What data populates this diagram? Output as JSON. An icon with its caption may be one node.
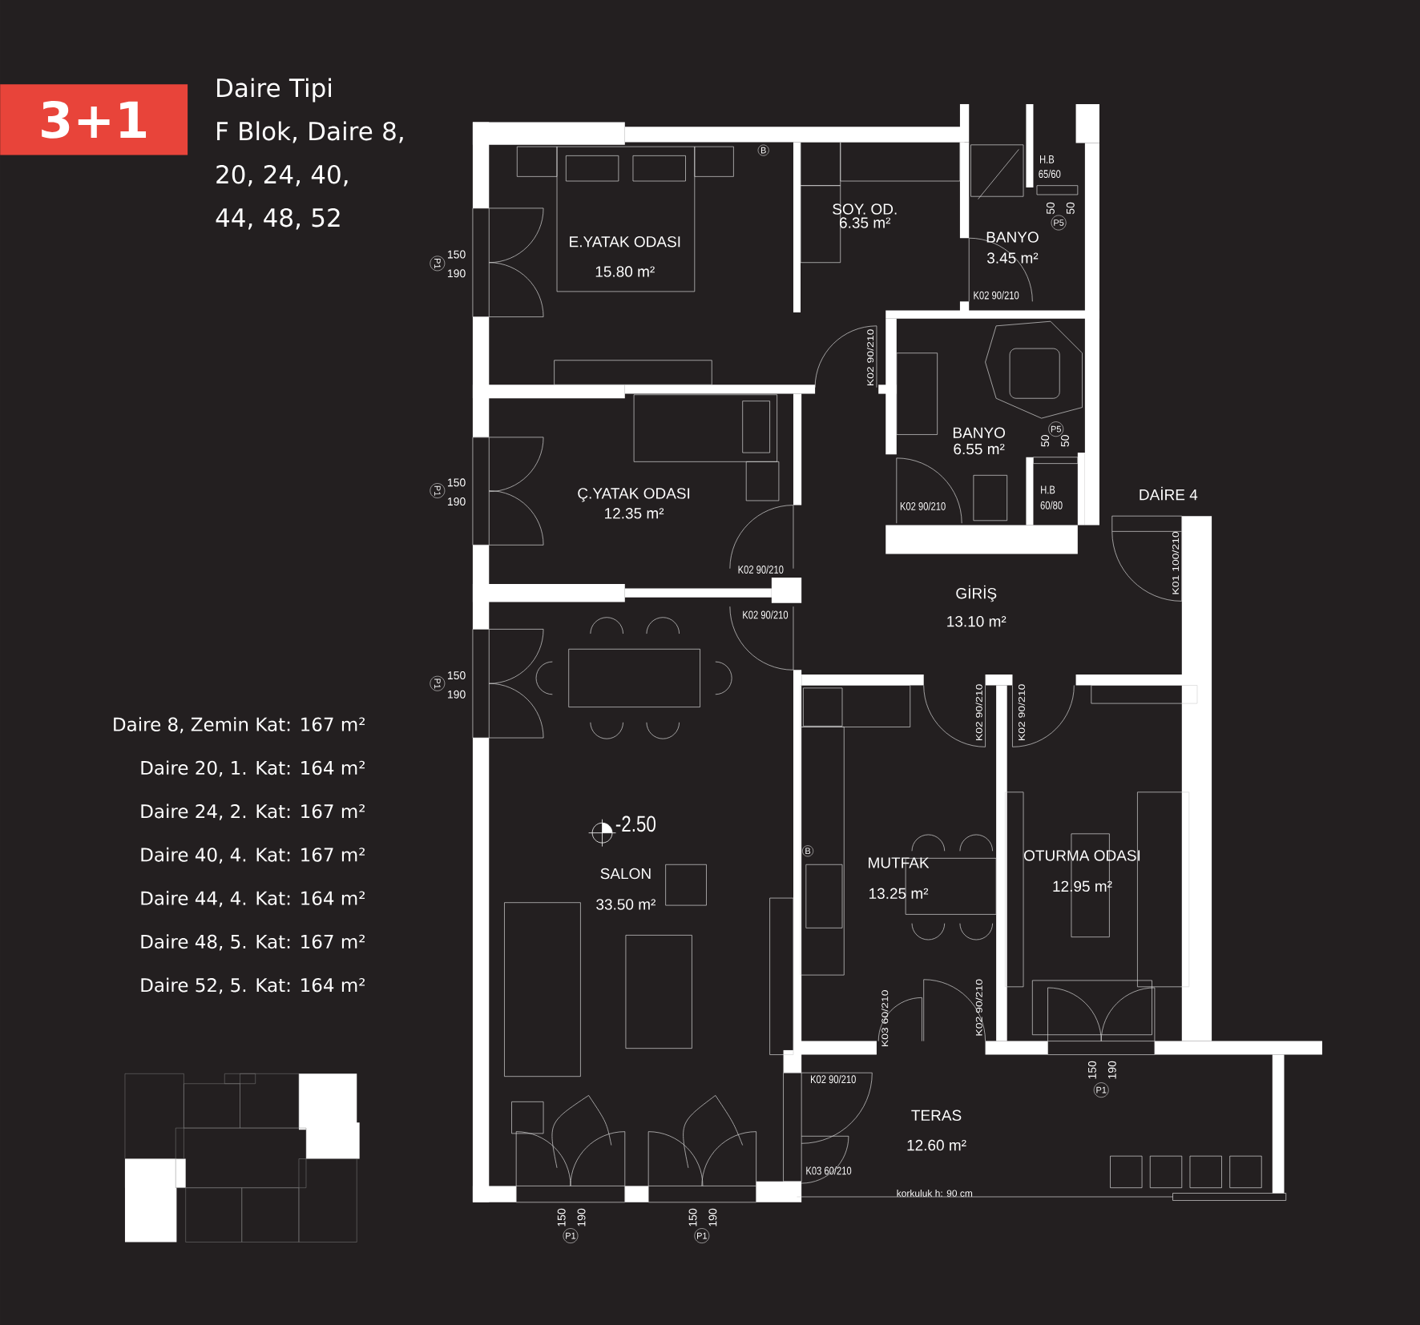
{
  "diagram": {
    "title": "Daire Tipi F Blok, Daire 8, 20, 24, 40, 44, 48, 52",
    "nodes": [
      {
        "text": [
          "3+1"
        ]
      },
      {
        "text": [
          "E.YATAK ODASI",
          "15.80 m²"
        ]
      },
      {
        "text": [
          "SOY. OD.",
          "6.35 m²"
        ]
      },
      {
        "text": [
          "BANYO",
          "3.45 m²"
        ]
      },
      {
        "text": [
          "BANYO",
          "6.55 m²"
        ]
      },
      {
        "text": [
          "Ç.YATAK ODASI",
          "12.35 m²"
        ]
      },
      {
        "text": [
          "GİRİŞ",
          "13.10 m²"
        ]
      },
      {
        "text": [
          "SALON",
          "33.50 m²"
        ]
      },
      {
        "text": [
          "MUTFAK",
          "13.25 m²"
        ]
      },
      {
        "text": [
          "OTURMA ODASI",
          "12.95 m²"
        ]
      },
      {
        "text": [
          "TERAS",
          "12.60 m²"
        ]
      }
    ],
    "labels": [
      "B",
      "H.B",
      "65/60",
      "50",
      "50",
      "P5",
      "150",
      "190",
      "P1",
      "K02 90/210",
      "K02 90/210",
      "P5",
      "50",
      "50",
      "150",
      "190",
      "P1",
      "H.B",
      "60/80",
      "DAİRE 4",
      "K02 90/210",
      "K01 100/210",
      "K02 90/210",
      "K02 90/210",
      "150",
      "190",
      "P1",
      "K02 90/210",
      "K02 90/210",
      "Daire 8, Zemin Kat: 167 m²",
      "Daire 20, 1. Kat: 164 m²",
      "Daire 24, 2. Kat: 167 m²",
      "Daire 40, 4. Kat: 167 m²",
      "Daire 44, 4. Kat: 164 m²",
      "Daire 48, 5. Kat: 167 m²",
      "Daire 52, 5. Kat: 164 m²",
      "-2.50",
      "B",
      "K03 60/210",
      "K02 90/210",
      "150",
      "190",
      "P1",
      "K02 90/210",
      "K03 60/210",
      "korkuluk h: 90 cm",
      "150",
      "190",
      "P1",
      "150",
      "190",
      "P1"
    ]
  }
}
